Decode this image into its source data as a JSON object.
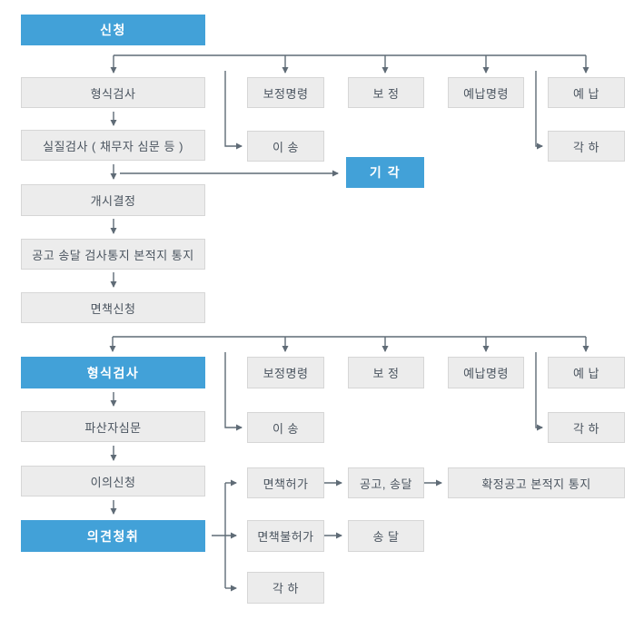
{
  "colors": {
    "accent_blue": "#42a1d8",
    "box_fill": "#ececec",
    "box_border": "#d6d6d6",
    "box_text": "#4a545f",
    "blue_box_text": "#ffffff",
    "connector_line": "#5f6b76",
    "background": "#ffffff"
  },
  "flowchart": {
    "section1": {
      "apply": "신청",
      "formal_check": "형식검사",
      "substantive_check": "실질검사 ( 채무자 심문 등 )",
      "commencement": "개시결정",
      "notice": "공고 송달 검사통지 본적지 통지",
      "discharge_application": "면책신청",
      "correction_order": "보정명령",
      "correction": "보 정",
      "deposit_order": "예납명령",
      "deposit": "예 납",
      "transfer": "이 송",
      "dismissal": "각 하",
      "rejection": "기 각"
    },
    "section2": {
      "formal_check": "형식검사",
      "bankrupt_examination": "파산자심문",
      "objection": "이의신청",
      "opinion_hearing": "의견청취",
      "correction_order": "보정명령",
      "correction": "보 정",
      "deposit_order": "예납명령",
      "deposit": "예 납",
      "transfer": "이 송",
      "dismissal": "각 하",
      "discharge_grant": "면책허가",
      "notice_service": "공고, 송달",
      "final_notice": "확정공고 본적지 통지",
      "discharge_denial": "면책불허가",
      "service": "송 달",
      "dismissal_bottom": "각 하"
    }
  }
}
